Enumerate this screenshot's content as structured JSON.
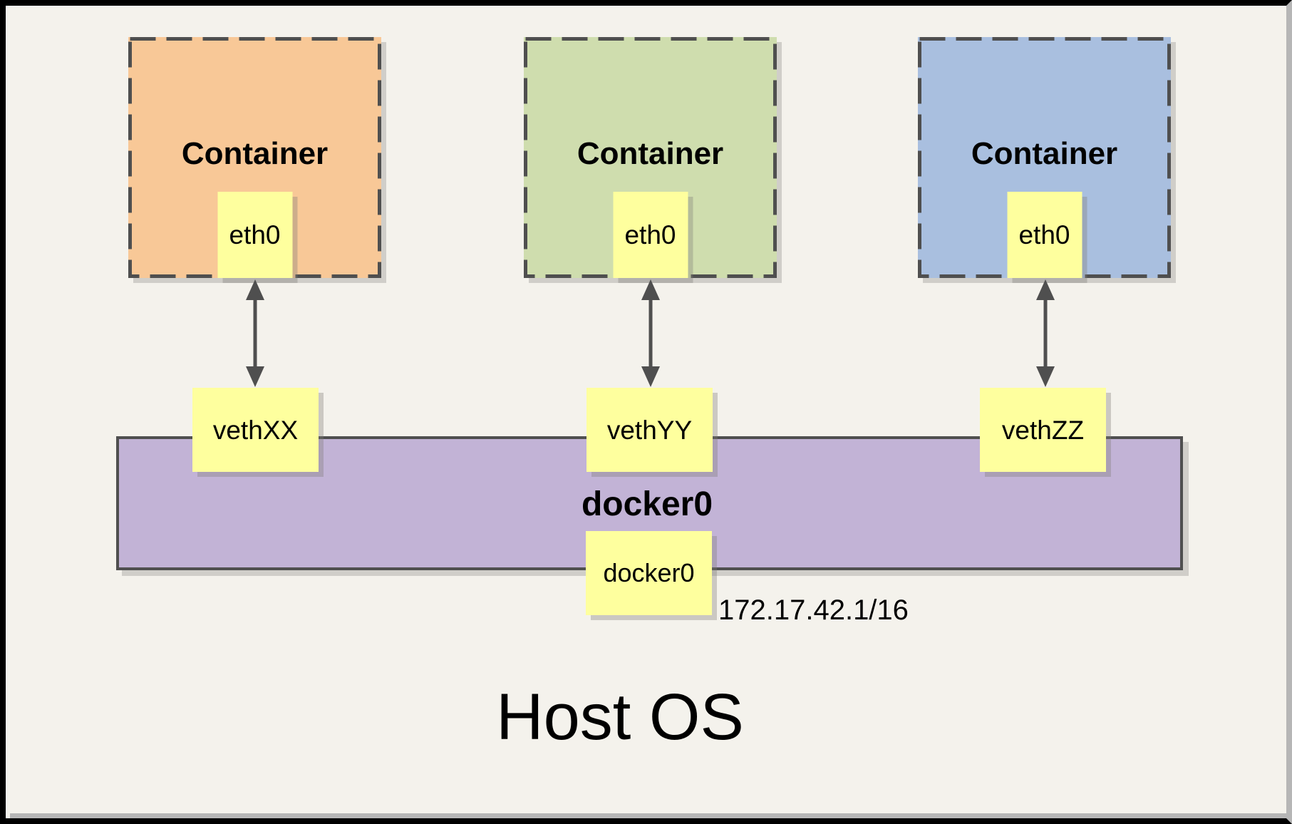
{
  "canvas": {
    "background": "#f4f2ec",
    "frame_color": "#000000",
    "shadow_gray": "#b6b6b6",
    "stroke_gray": "#4f4f4f",
    "note_yellow": "#feff9e"
  },
  "host": {
    "label": "Host OS"
  },
  "containers": [
    {
      "title": "Container",
      "iface": "eth0",
      "veth": "vethXX",
      "fill": "#f8c897"
    },
    {
      "title": "Container",
      "iface": "eth0",
      "veth": "vethYY",
      "fill": "#cfddae"
    },
    {
      "title": "Container",
      "iface": "eth0",
      "veth": "vethZZ",
      "fill": "#a9bfdf"
    }
  ],
  "bridge": {
    "label": "docker0",
    "iface": "docker0",
    "ip": "172.17.42.1/16",
    "fill": "#c2b3d6"
  }
}
